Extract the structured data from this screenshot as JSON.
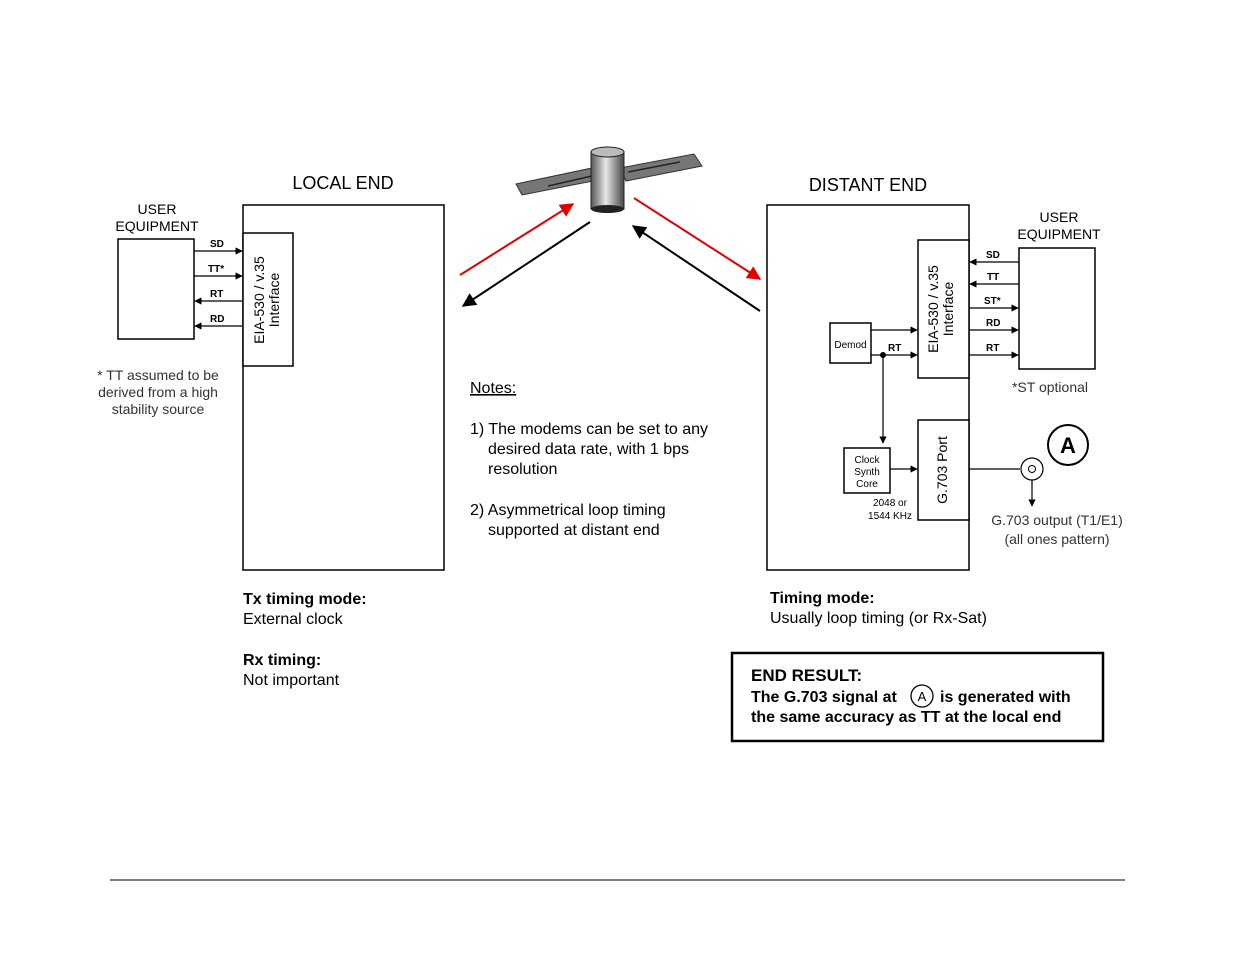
{
  "local_end": {
    "title": "LOCAL END",
    "user_equipment": [
      "USER",
      "EQUIPMENT"
    ],
    "signals": [
      "SD",
      "TT*",
      "RT",
      "RD"
    ],
    "interface": [
      "EIA-530 / v.35",
      "Interface"
    ],
    "footnote": [
      "* TT assumed to be",
      "derived from a high",
      "stability source"
    ],
    "tx_timing_label": "Tx timing mode:",
    "tx_timing_value": "External clock",
    "rx_timing_label": "Rx timing:",
    "rx_timing_value": "Not important"
  },
  "distant_end": {
    "title": "DISTANT END",
    "user_equipment": [
      "USER",
      "EQUIPMENT"
    ],
    "signals": [
      "SD",
      "TT",
      "ST*",
      "RD",
      "RT"
    ],
    "interface": [
      "EIA-530 / v.35",
      "Interface"
    ],
    "st_note": "*ST optional",
    "demod": "Demod",
    "rt_label": "RT",
    "clock_synth": [
      "Clock",
      "Synth",
      "Core"
    ],
    "freq": [
      "2048 or",
      "1544 KHz"
    ],
    "g703_port": "G.703 Port",
    "output_marker": "A",
    "output_label": [
      "G.703 output (T1/E1)",
      "(all ones pattern)"
    ],
    "timing_label": "Timing mode:",
    "timing_value": "Usually loop timing (or Rx-Sat)"
  },
  "notes": {
    "title": "Notes:",
    "items": [
      [
        "1) The modems can be set to any",
        "desired data rate, with 1 bps",
        "resolution"
      ],
      [
        "2) Asymmetrical loop timing",
        "supported at distant end"
      ]
    ]
  },
  "end_result": {
    "title": "END RESULT:",
    "line1_before": "The G.703 signal at",
    "marker": "A",
    "line1_after": "is generated with",
    "line2": "the same accuracy as TT at the local end"
  },
  "colors": {
    "uplink": "#e00000",
    "downlink": "#000000"
  }
}
